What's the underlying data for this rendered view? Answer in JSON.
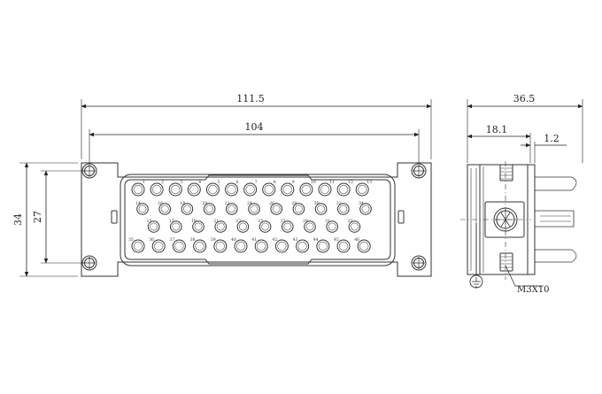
{
  "dimensions": {
    "overall_width": "111.5",
    "hole_spacing": "104",
    "overall_height": "34",
    "hole_vertical_spacing": "27",
    "side_depth": "36.5",
    "side_offset": "18.1",
    "side_gap": "1.2"
  },
  "labels": {
    "screw_spec": "M3X10"
  },
  "pins": {
    "top_row": [
      "1",
      "2",
      "3",
      "4",
      "5",
      "6",
      "7",
      "8",
      "9",
      "10",
      "11",
      "12",
      "13"
    ],
    "middle_row": [
      "14",
      "15",
      "16",
      "17",
      "18",
      "19",
      "20",
      "21",
      "22",
      "23",
      "24",
      "25",
      "26",
      "27",
      "28",
      "29",
      "30",
      "31",
      "32",
      "33",
      "34"
    ],
    "bottom_row": [
      "35",
      "36",
      "37",
      "38",
      "39",
      "40",
      "41",
      "42",
      "43",
      "44",
      "45",
      "46"
    ]
  },
  "icons": {
    "ground": "ground-symbol-icon",
    "mounting_screw": "screw-head-icon"
  }
}
